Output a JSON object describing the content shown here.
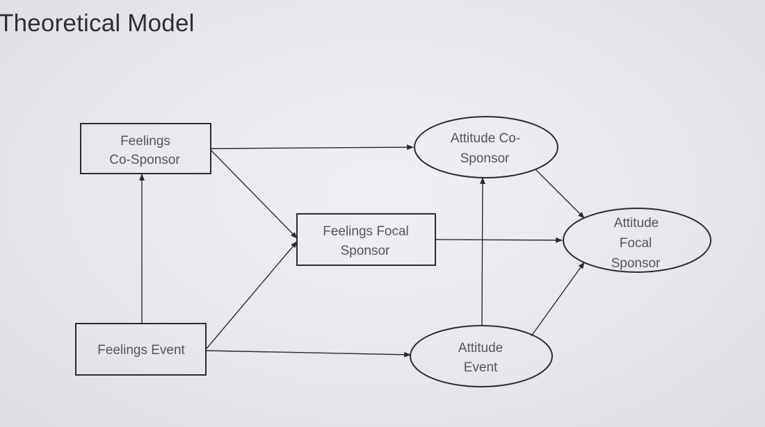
{
  "title": "Theoretical Model",
  "nodes": {
    "feelings_cosponsor": {
      "lines": [
        "Feelings",
        "Co-Sponsor"
      ]
    },
    "feelings_focal": {
      "lines": [
        "Feelings Focal",
        "Sponsor"
      ]
    },
    "feelings_event": {
      "lines": [
        "Feelings Event"
      ]
    },
    "attitude_cosponsor": {
      "lines": [
        "Attitude Co-",
        "Sponsor"
      ]
    },
    "attitude_focal": {
      "lines": [
        "Attitude",
        "Focal",
        "Sponsor"
      ]
    },
    "attitude_event": {
      "lines": [
        "Attitude",
        "Event"
      ]
    }
  }
}
